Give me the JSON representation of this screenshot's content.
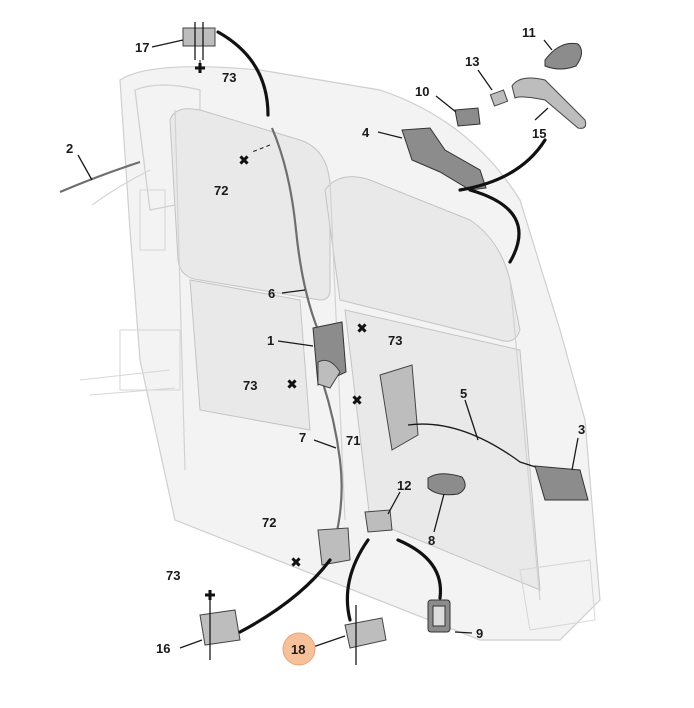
{
  "diagram": {
    "callouts": {
      "c1": "1",
      "c2": "2",
      "c3": "3",
      "c4": "4",
      "c5": "5",
      "c6": "6",
      "c7": "7",
      "c8": "8",
      "c9": "9",
      "c10": "10",
      "c11": "11",
      "c12": "12",
      "c13": "13",
      "c15": "15",
      "c16": "16",
      "c17": "17",
      "c18": "18",
      "c71": "71",
      "c72a": "72",
      "c72b": "72",
      "c73a": "73",
      "c73b": "73",
      "c73c": "73",
      "c73d": "73"
    },
    "highlight_color": "#f6c19a"
  }
}
